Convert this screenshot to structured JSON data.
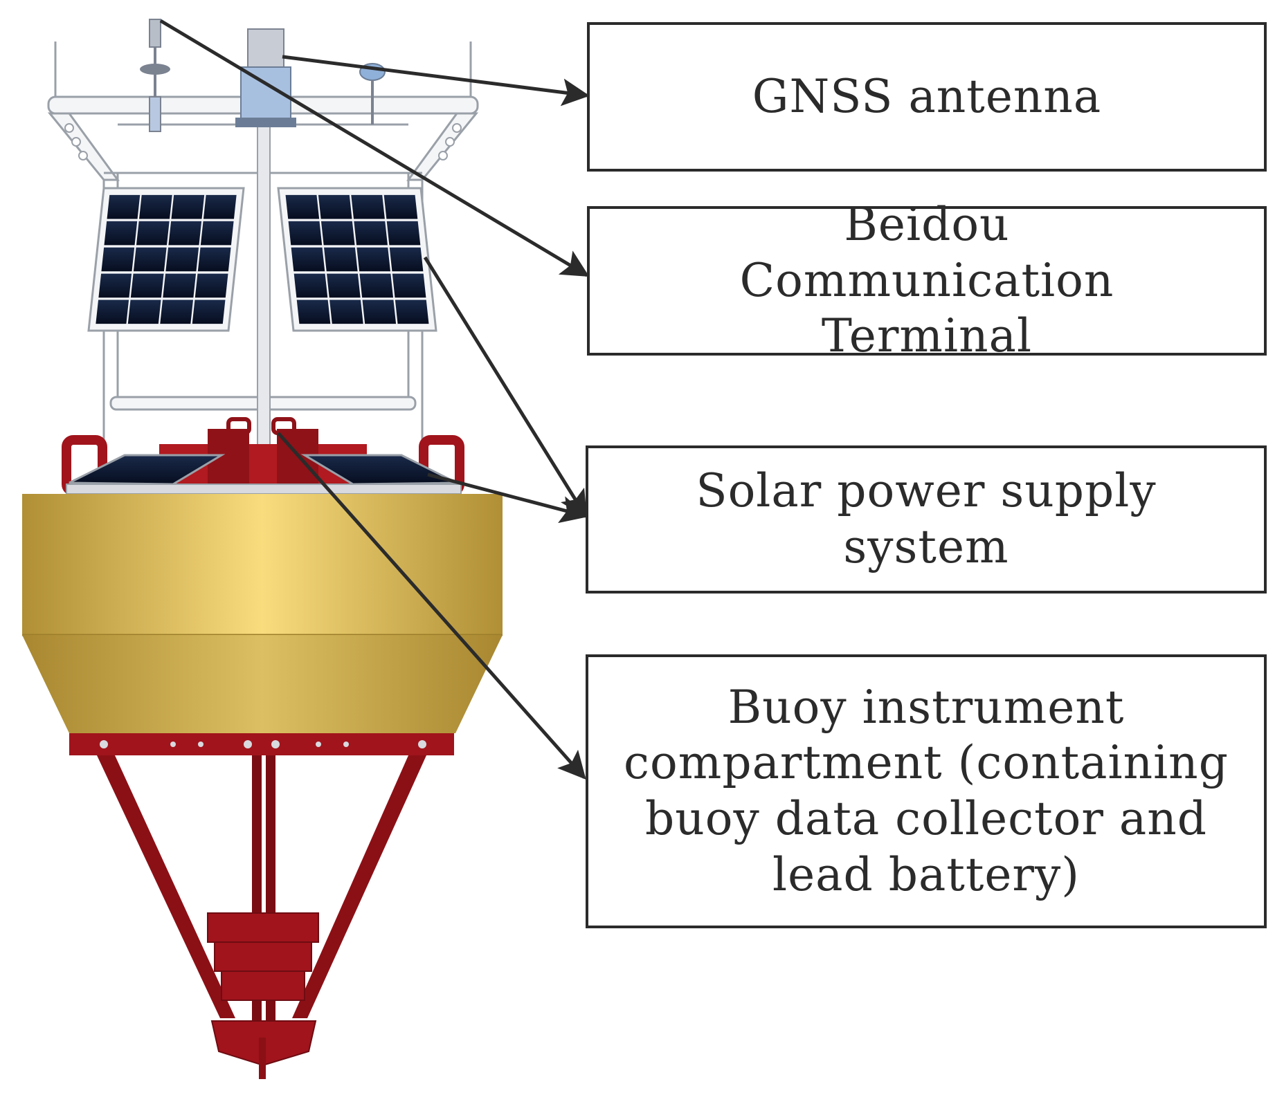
{
  "labels": {
    "gnss": "GNSS antenna",
    "beidou": "Beidou Communication Terminal",
    "solar": "Solar power supply system",
    "compartment": "Buoy instrument compartment (containing buoy data collector and lead battery)"
  },
  "colors": {
    "hull_gold": "#c9a94e",
    "hull_highlight": "#f7d97a",
    "frame_red": "#a1141c",
    "frame_dark_red": "#6e0c12",
    "solar_cell": "#0e1a33",
    "mast_gray": "#d0d4da",
    "text_and_lines": "#2b2b2b"
  },
  "icons": [
    "arrowhead-icon"
  ]
}
